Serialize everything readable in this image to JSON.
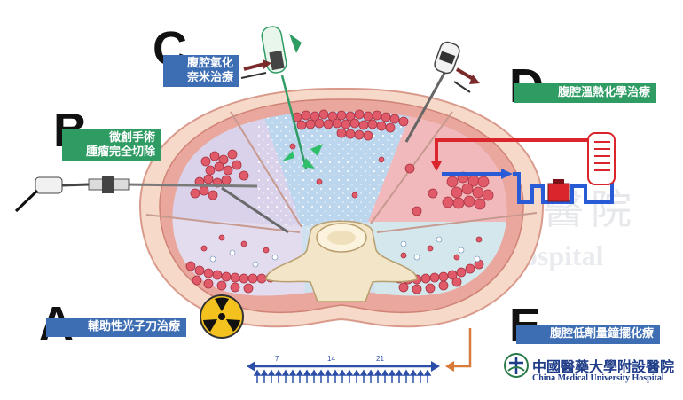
{
  "labels": {
    "A": {
      "letter": "A",
      "text": "輔助性光子刀治療"
    },
    "B": {
      "letter": "B",
      "text1": "微創手術",
      "text2": "腫瘤完全切除"
    },
    "C": {
      "letter": "C",
      "text1": "腹腔氣化",
      "text2": "奈米治療"
    },
    "D": {
      "letter": "D",
      "text": "腹腔溫熱化學治療"
    },
    "E": {
      "letter": "E",
      "text": "腹腔低劑量鐘擺化療"
    }
  },
  "timeline": {
    "ticks": [
      "7",
      "14",
      "21"
    ]
  },
  "hospital": {
    "name_cn": "中國醫藥大學附設醫院",
    "name_en": "China Medical University Hospital"
  },
  "watermark": {
    "cn": "中國醫藥大學附設醫院",
    "en": "China Medical University Hospital"
  },
  "colors": {
    "label_blue": "#3d6db3",
    "label_green": "#2f9c64",
    "tumor": "#e05a6a",
    "heat_red": "#d9252b",
    "cool_blue": "#2a5bd7"
  }
}
